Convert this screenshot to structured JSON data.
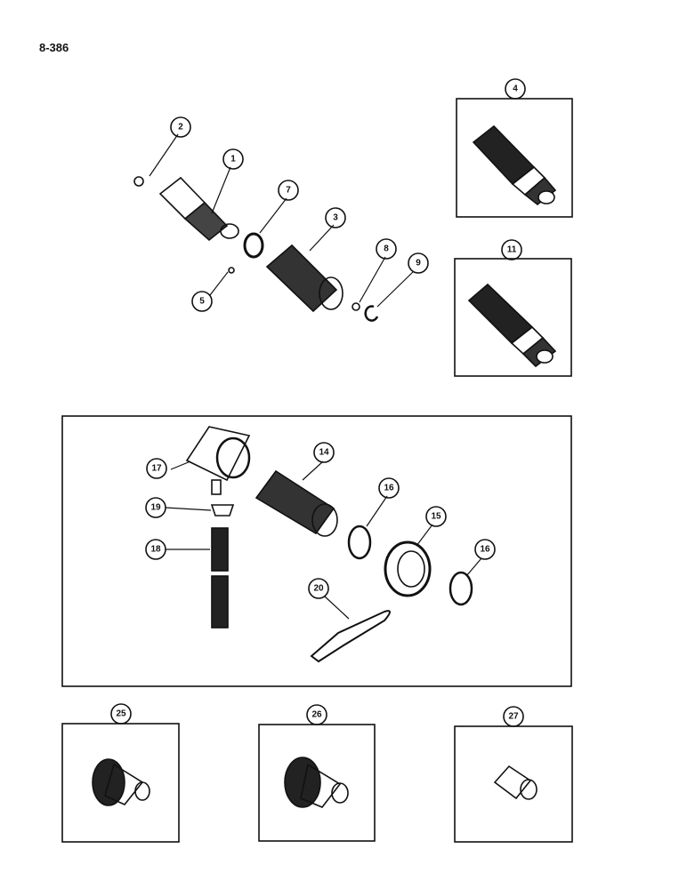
{
  "page_number": "8-386",
  "callouts": {
    "c1": "1",
    "c2": "2",
    "c3": "3",
    "c4": "4",
    "c5": "5",
    "c7": "7",
    "c8": "8",
    "c9": "9",
    "c11": "11",
    "c14": "14",
    "c15": "15",
    "c16a": "16",
    "c16b": "16",
    "c17": "17",
    "c18": "18",
    "c19": "19",
    "c20": "20",
    "c25": "25",
    "c26": "26",
    "c27": "27"
  },
  "colors": {
    "ink": "#111111",
    "paper": "#ffffff"
  }
}
